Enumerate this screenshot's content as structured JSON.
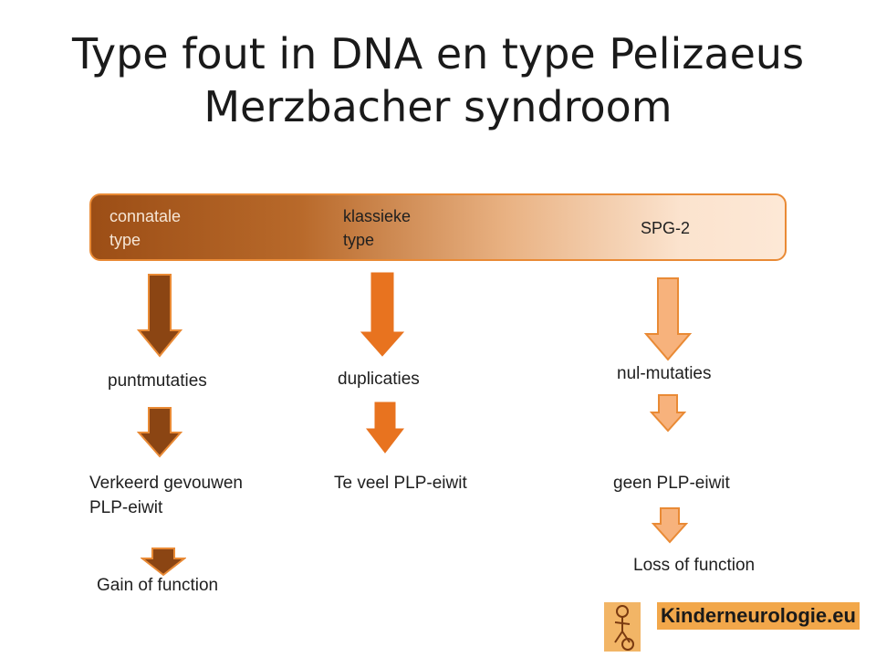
{
  "title": "Type fout in DNA en type Pelizaeus\nMerzbacher syndroom",
  "bar": {
    "labels": [
      "connatale\ntype",
      "klassieke\ntype",
      "SPG-2"
    ]
  },
  "columns": [
    {
      "mutation": "puntmutaties",
      "effect": "Verkeerd gevouwen\nPLP-eiwit",
      "result": "Gain of function",
      "arrow_color": "#8b4513"
    },
    {
      "mutation": "duplicaties",
      "effect": "Te veel PLP-eiwit",
      "arrow_color": "#e8731f"
    },
    {
      "mutation": "nul-mutaties",
      "effect": "geen PLP-eiwit",
      "result": "Loss of function",
      "arrow_color": "#f7b27c"
    }
  ],
  "logo": {
    "text": "Kinderneurologie.eu",
    "icon": "child-figure-icon"
  }
}
